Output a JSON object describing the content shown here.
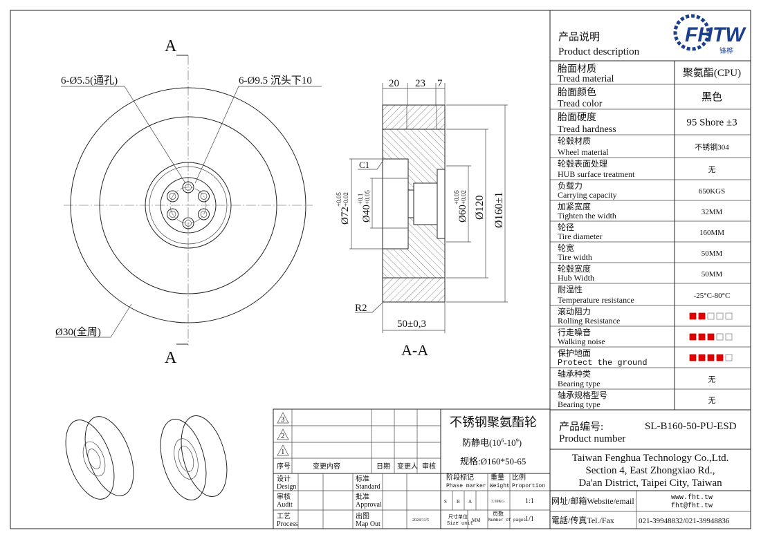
{
  "drawing": {
    "section_mark_top": "A",
    "section_mark_bottom": "A",
    "label_through_holes": "6-Ø5.5(通孔)",
    "label_counterbore": "6-Ø9.5 沉头下10",
    "label_outer_radius": "Ø30(全周)",
    "section_title": "A-A",
    "dim_20": "20",
    "dim_23": "23",
    "dim_7": "7",
    "dim_c1": "C1",
    "dim_r2": "R2",
    "dim_width": "50±0,3",
    "dim_d72": "Ø72",
    "dim_d72_tol_up": "+0.05",
    "dim_d72_tol_lo": "+0.02",
    "dim_d40": "Ø40",
    "dim_d40_tol_up": "+0.1",
    "dim_d40_tol_lo": "+0.05",
    "dim_d60": "Ø60",
    "dim_d60_tol_up": "+0.05",
    "dim_d60_tol_lo": "+0.02",
    "dim_d120": "Ø120",
    "dim_d160": "Ø160±1"
  },
  "logo": {
    "text": "FHTW",
    "sub": "锋桦"
  },
  "spec_table": {
    "header_cn": "产品说明",
    "header_en": "Product description",
    "rows": [
      {
        "cn": "胎面材质",
        "en": "Tread material",
        "value": "聚氨酯(CPU)"
      },
      {
        "cn": "胎面颜色",
        "en": "Tread color",
        "value": "黑色"
      },
      {
        "cn": "胎面硬度",
        "en": "Tread hardness",
        "value": "95 Shore ±3"
      },
      {
        "cn": "轮毂材质",
        "en": "Wheel material",
        "value": "不锈钢304"
      },
      {
        "cn": "轮毂表面处理",
        "en": "HUB surface treatment",
        "value": "无"
      },
      {
        "cn": "负载力",
        "en": "Carrying capacity",
        "value": "650KGS"
      },
      {
        "cn": "加紧宽度",
        "en": "Tighten the width",
        "value": "32MM"
      },
      {
        "cn": "轮径",
        "en": "Tire diameter",
        "value": "160MM"
      },
      {
        "cn": "轮宽",
        "en": "Tire width",
        "value": "50MM"
      },
      {
        "cn": "轮毂宽度",
        "en": "Hub Width",
        "value": "50MM"
      },
      {
        "cn": "耐温性",
        "en": "Temperature resistance",
        "value": "-25°C-80°C"
      },
      {
        "cn": "滚动阻力",
        "en": "Rolling Resistance",
        "rating": 2
      },
      {
        "cn": "行走噪音",
        "en": "Walking noise",
        "rating": 3
      },
      {
        "cn": "保护地面",
        "en": "Protect the ground",
        "rating": 4
      },
      {
        "cn": "轴承种类",
        "en": "Bearing type",
        "value": "无"
      },
      {
        "cn": "轴承规格型号",
        "en": "Bearing type",
        "value": "无"
      }
    ],
    "rating_max": 5,
    "rating_color": "#e00000"
  },
  "title_block": {
    "revisions": [
      "3",
      "2",
      "1"
    ],
    "rev_headers": {
      "no": "序号",
      "content": "变更内容",
      "date": "日期",
      "changer": "变更人",
      "review": "审核"
    },
    "product_title": "不锈钢聚氨酯轮",
    "antistatic": "防静电(10",
    "antistatic_exp1": "6",
    "antistatic_mid": "-10",
    "antistatic_exp2": "9",
    "antistatic_end": ")",
    "spec": "规格:Ø160*50-65",
    "design_cn": "设计",
    "design_en": "Design",
    "audit_cn": "审核",
    "audit_en": "Audit",
    "process_cn": "工艺",
    "process_en": "Process",
    "standard_cn": "标准",
    "standard_en": "Standard",
    "approval_cn": "批准",
    "approval_en": "Approval",
    "mapout_cn": "出图",
    "mapout_en": "Map Out",
    "date": "2024/11/5",
    "phase_cn": "阶段标记",
    "phase_en": "Phase marker",
    "phase_s": "S",
    "phase_b": "B",
    "phase_a": "A",
    "weight_cn": "重量",
    "weight_en": "Weight",
    "weight": "3.59KG",
    "proportion_cn": "比例",
    "proportion_en": "Proportion",
    "proportion": "1:1",
    "size_unit_cn": "尺寸单位",
    "size_unit_en": "Size unit",
    "size_unit": "MM",
    "pages_cn": "页数",
    "pages_en": "Number of pages",
    "pages": "1/1"
  },
  "company_block": {
    "product_number_cn": "产品编号:",
    "product_number_en": "Product number",
    "product_number": "SL-B160-50-PU-ESD",
    "company_name": "Taiwan Fenghua Technology Co.,Ltd.",
    "address1": "Section 4, East Zhongxiao Rd.,",
    "address2": "Da'an District, Taipei City, Taiwan",
    "website_label": "网址/邮箱Website/email",
    "website": "www.fht.tw",
    "email": "fht@fht.tw",
    "tel_label": "電話/传真Tel./Fax",
    "tel": "021-39948832/021-39948836"
  }
}
